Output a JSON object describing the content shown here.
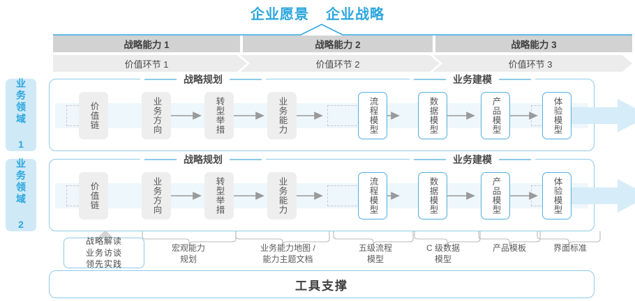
{
  "header": {
    "vision": "企业愿景",
    "strategy": "企业战略"
  },
  "capabilities": [
    {
      "label": "战略能力 1"
    },
    {
      "label": "战略能力 2"
    },
    {
      "label": "战略能力 3"
    }
  ],
  "value_chain": [
    {
      "label": "价值环节 1"
    },
    {
      "label": "价值环节 2"
    },
    {
      "label": "价值环节 3"
    }
  ],
  "domains": [
    {
      "side_label": "业务领域 1",
      "left_section_title": "战略规划",
      "right_section_title": "业务建模",
      "nodes": [
        {
          "label": "价值链",
          "style": "gray"
        },
        {
          "label": "业务方向",
          "style": "gray"
        },
        {
          "label": "转型举措",
          "style": "gray"
        },
        {
          "label": "业务能力",
          "style": "gray"
        },
        {
          "label": "流程模型",
          "style": "blue"
        },
        {
          "label": "数据模型",
          "style": "blue"
        },
        {
          "label": "产品模型",
          "style": "blue"
        },
        {
          "label": "体验模型",
          "style": "blue"
        }
      ]
    },
    {
      "side_label": "业务领域 2",
      "left_section_title": "战略规划",
      "right_section_title": "业务建模",
      "nodes": [
        {
          "label": "价值链",
          "style": "gray"
        },
        {
          "label": "业务方向",
          "style": "gray"
        },
        {
          "label": "转型举措",
          "style": "gray"
        },
        {
          "label": "业务能力",
          "style": "gray"
        },
        {
          "label": "流程模型",
          "style": "blue"
        },
        {
          "label": "数据模型",
          "style": "blue"
        },
        {
          "label": "产品模型",
          "style": "blue"
        },
        {
          "label": "体验模型",
          "style": "blue"
        }
      ]
    }
  ],
  "tools": {
    "input_box": "战略解读\n业务访谈\n领先实践",
    "input_box_lines": [
      "战略解读",
      "业务访谈",
      "领先实践"
    ],
    "items": [
      {
        "line1": "宏观能力",
        "line2": "规划"
      },
      {
        "line1": "业务能力地图 /",
        "line2": "能力主题文档"
      },
      {
        "line1": "五级流程",
        "line2": "模型"
      },
      {
        "line1": "C 级数据",
        "line2": "模型"
      },
      {
        "line1": "产品模板",
        "line2": ""
      },
      {
        "line1": "界面标准",
        "line2": ""
      }
    ],
    "support_title": "工具支撑"
  },
  "colors": {
    "accent_blue": "#2ba6de",
    "border_blue": "#8ecbe8",
    "node_blue": "#4fb0de",
    "band_blue": "#eef7fc",
    "side_label_bg": "#cfe9f7",
    "cap_gray": "#d2d2d2",
    "vc_gray": "#ececec",
    "node_gray": "#eeeeee"
  }
}
